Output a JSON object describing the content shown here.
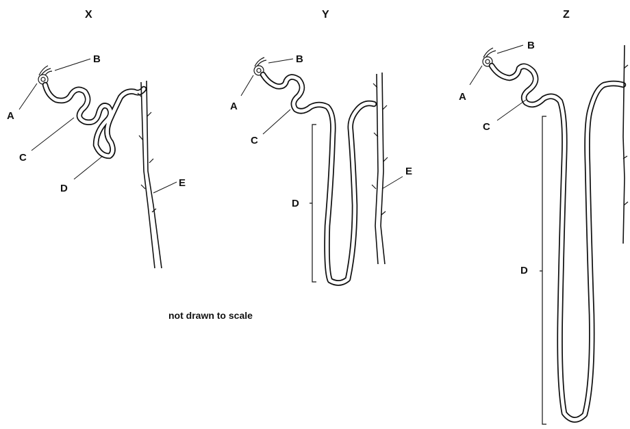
{
  "diagrams": [
    {
      "title": "X",
      "labels": {
        "a": "A",
        "b": "B",
        "c": "C",
        "d": "D",
        "e": "E"
      }
    },
    {
      "title": "Y",
      "labels": {
        "a": "A",
        "b": "B",
        "c": "C",
        "d": "D",
        "e": "E"
      }
    },
    {
      "title": "Z",
      "labels": {
        "a": "A",
        "b": "B",
        "c": "C",
        "d": "D"
      }
    }
  ],
  "note": "not drawn to scale"
}
